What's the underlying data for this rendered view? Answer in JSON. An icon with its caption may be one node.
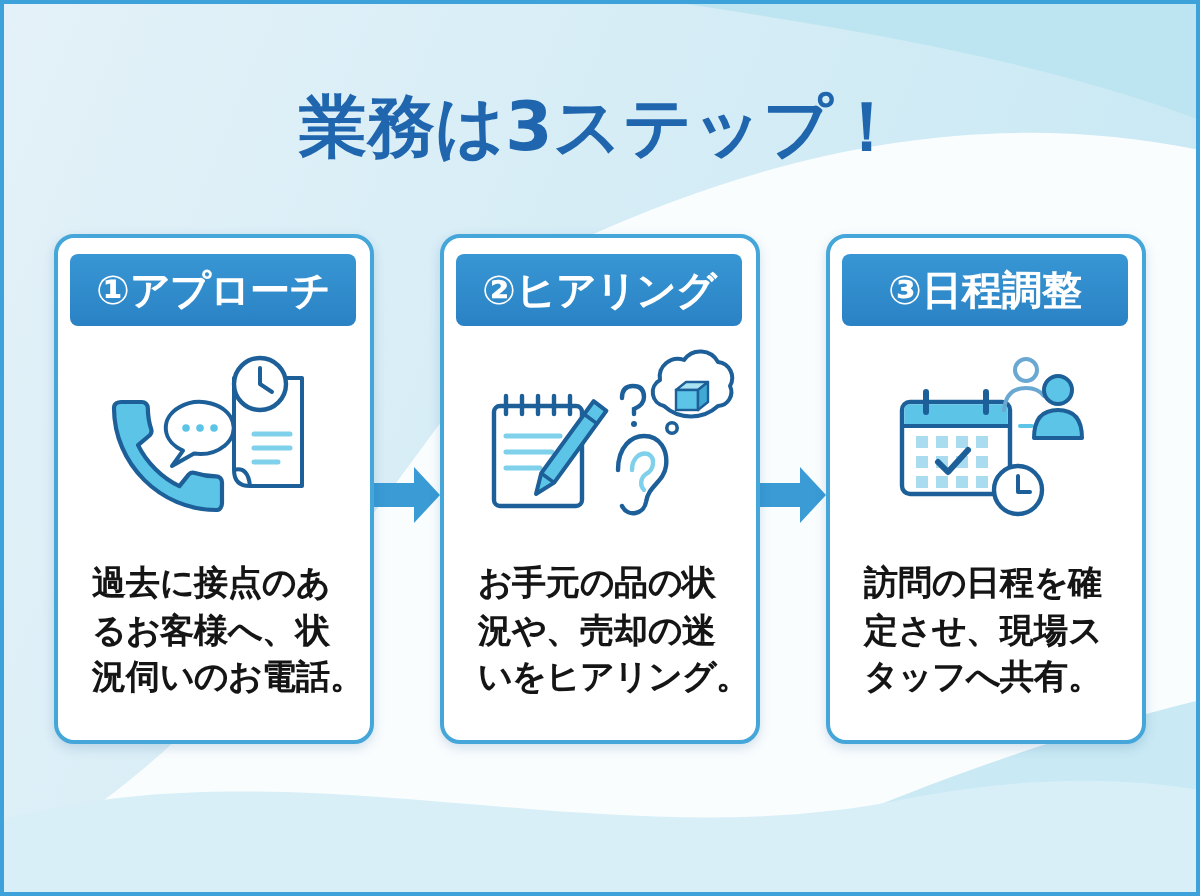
{
  "diagram": {
    "title": "業務は3ステップ！",
    "nodes": [
      {
        "text": [
          "①アプローチ",
          "過去に接点のあるお客様へ、状況伺いのお電話。"
        ]
      },
      {
        "text": [
          "②ヒアリング",
          "お手元の品の状況や、売却の迷いをヒアリング。"
        ]
      },
      {
        "text": [
          "③日程調整",
          "訪問の日程を確定させ、現場スタッフへ共有。"
        ]
      }
    ],
    "edges": [
      {
        "from": 0,
        "to": 1,
        "arrow": "to"
      },
      {
        "from": 1,
        "to": 2,
        "arrow": "to"
      }
    ]
  }
}
